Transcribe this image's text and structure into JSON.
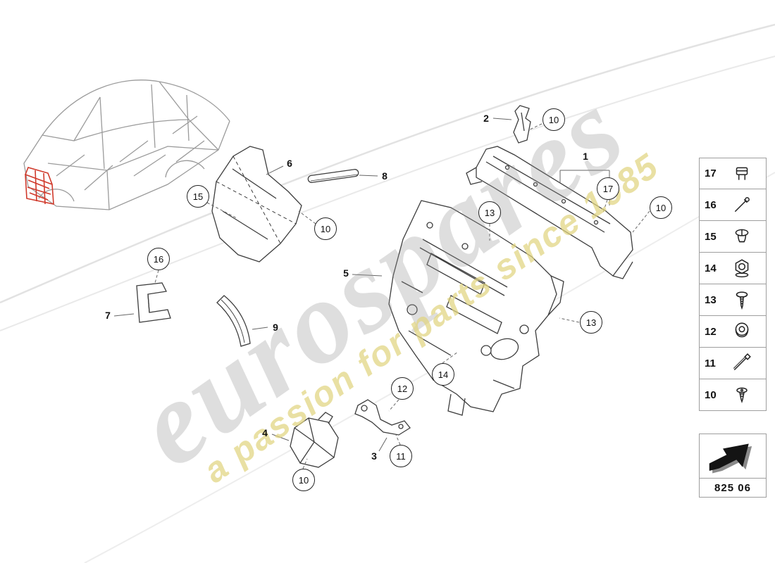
{
  "watermark": {
    "brand": "eurospares",
    "tagline": "a passion for parts since 1985"
  },
  "diagram": {
    "plain_labels": [
      {
        "n": "1"
      },
      {
        "n": "2"
      },
      {
        "n": "3"
      },
      {
        "n": "4"
      },
      {
        "n": "5"
      },
      {
        "n": "6"
      },
      {
        "n": "7"
      },
      {
        "n": "8"
      },
      {
        "n": "9"
      }
    ],
    "callouts": [
      {
        "n": "10"
      },
      {
        "n": "15"
      },
      {
        "n": "10"
      },
      {
        "n": "13"
      },
      {
        "n": "17"
      },
      {
        "n": "10"
      },
      {
        "n": "16"
      },
      {
        "n": "13"
      },
      {
        "n": "14"
      },
      {
        "n": "12"
      },
      {
        "n": "11"
      },
      {
        "n": "10"
      }
    ]
  },
  "legend": {
    "rows": [
      {
        "number": "17",
        "icon": "retaining-clip"
      },
      {
        "number": "16",
        "icon": "rivet-pin"
      },
      {
        "number": "15",
        "icon": "push-clip"
      },
      {
        "number": "14",
        "icon": "hex-nut"
      },
      {
        "number": "13",
        "icon": "tapping-screw"
      },
      {
        "number": "12",
        "icon": "grommet-nut"
      },
      {
        "number": "11",
        "icon": "long-bolt"
      },
      {
        "number": "10",
        "icon": "countersunk-screw"
      }
    ],
    "code": "825 06"
  },
  "colors": {
    "highlight_red": "#d03a2c",
    "line_art": "#3d3d3d",
    "watermark_gray": "#919191",
    "watermark_yellow": "#e0d480"
  }
}
